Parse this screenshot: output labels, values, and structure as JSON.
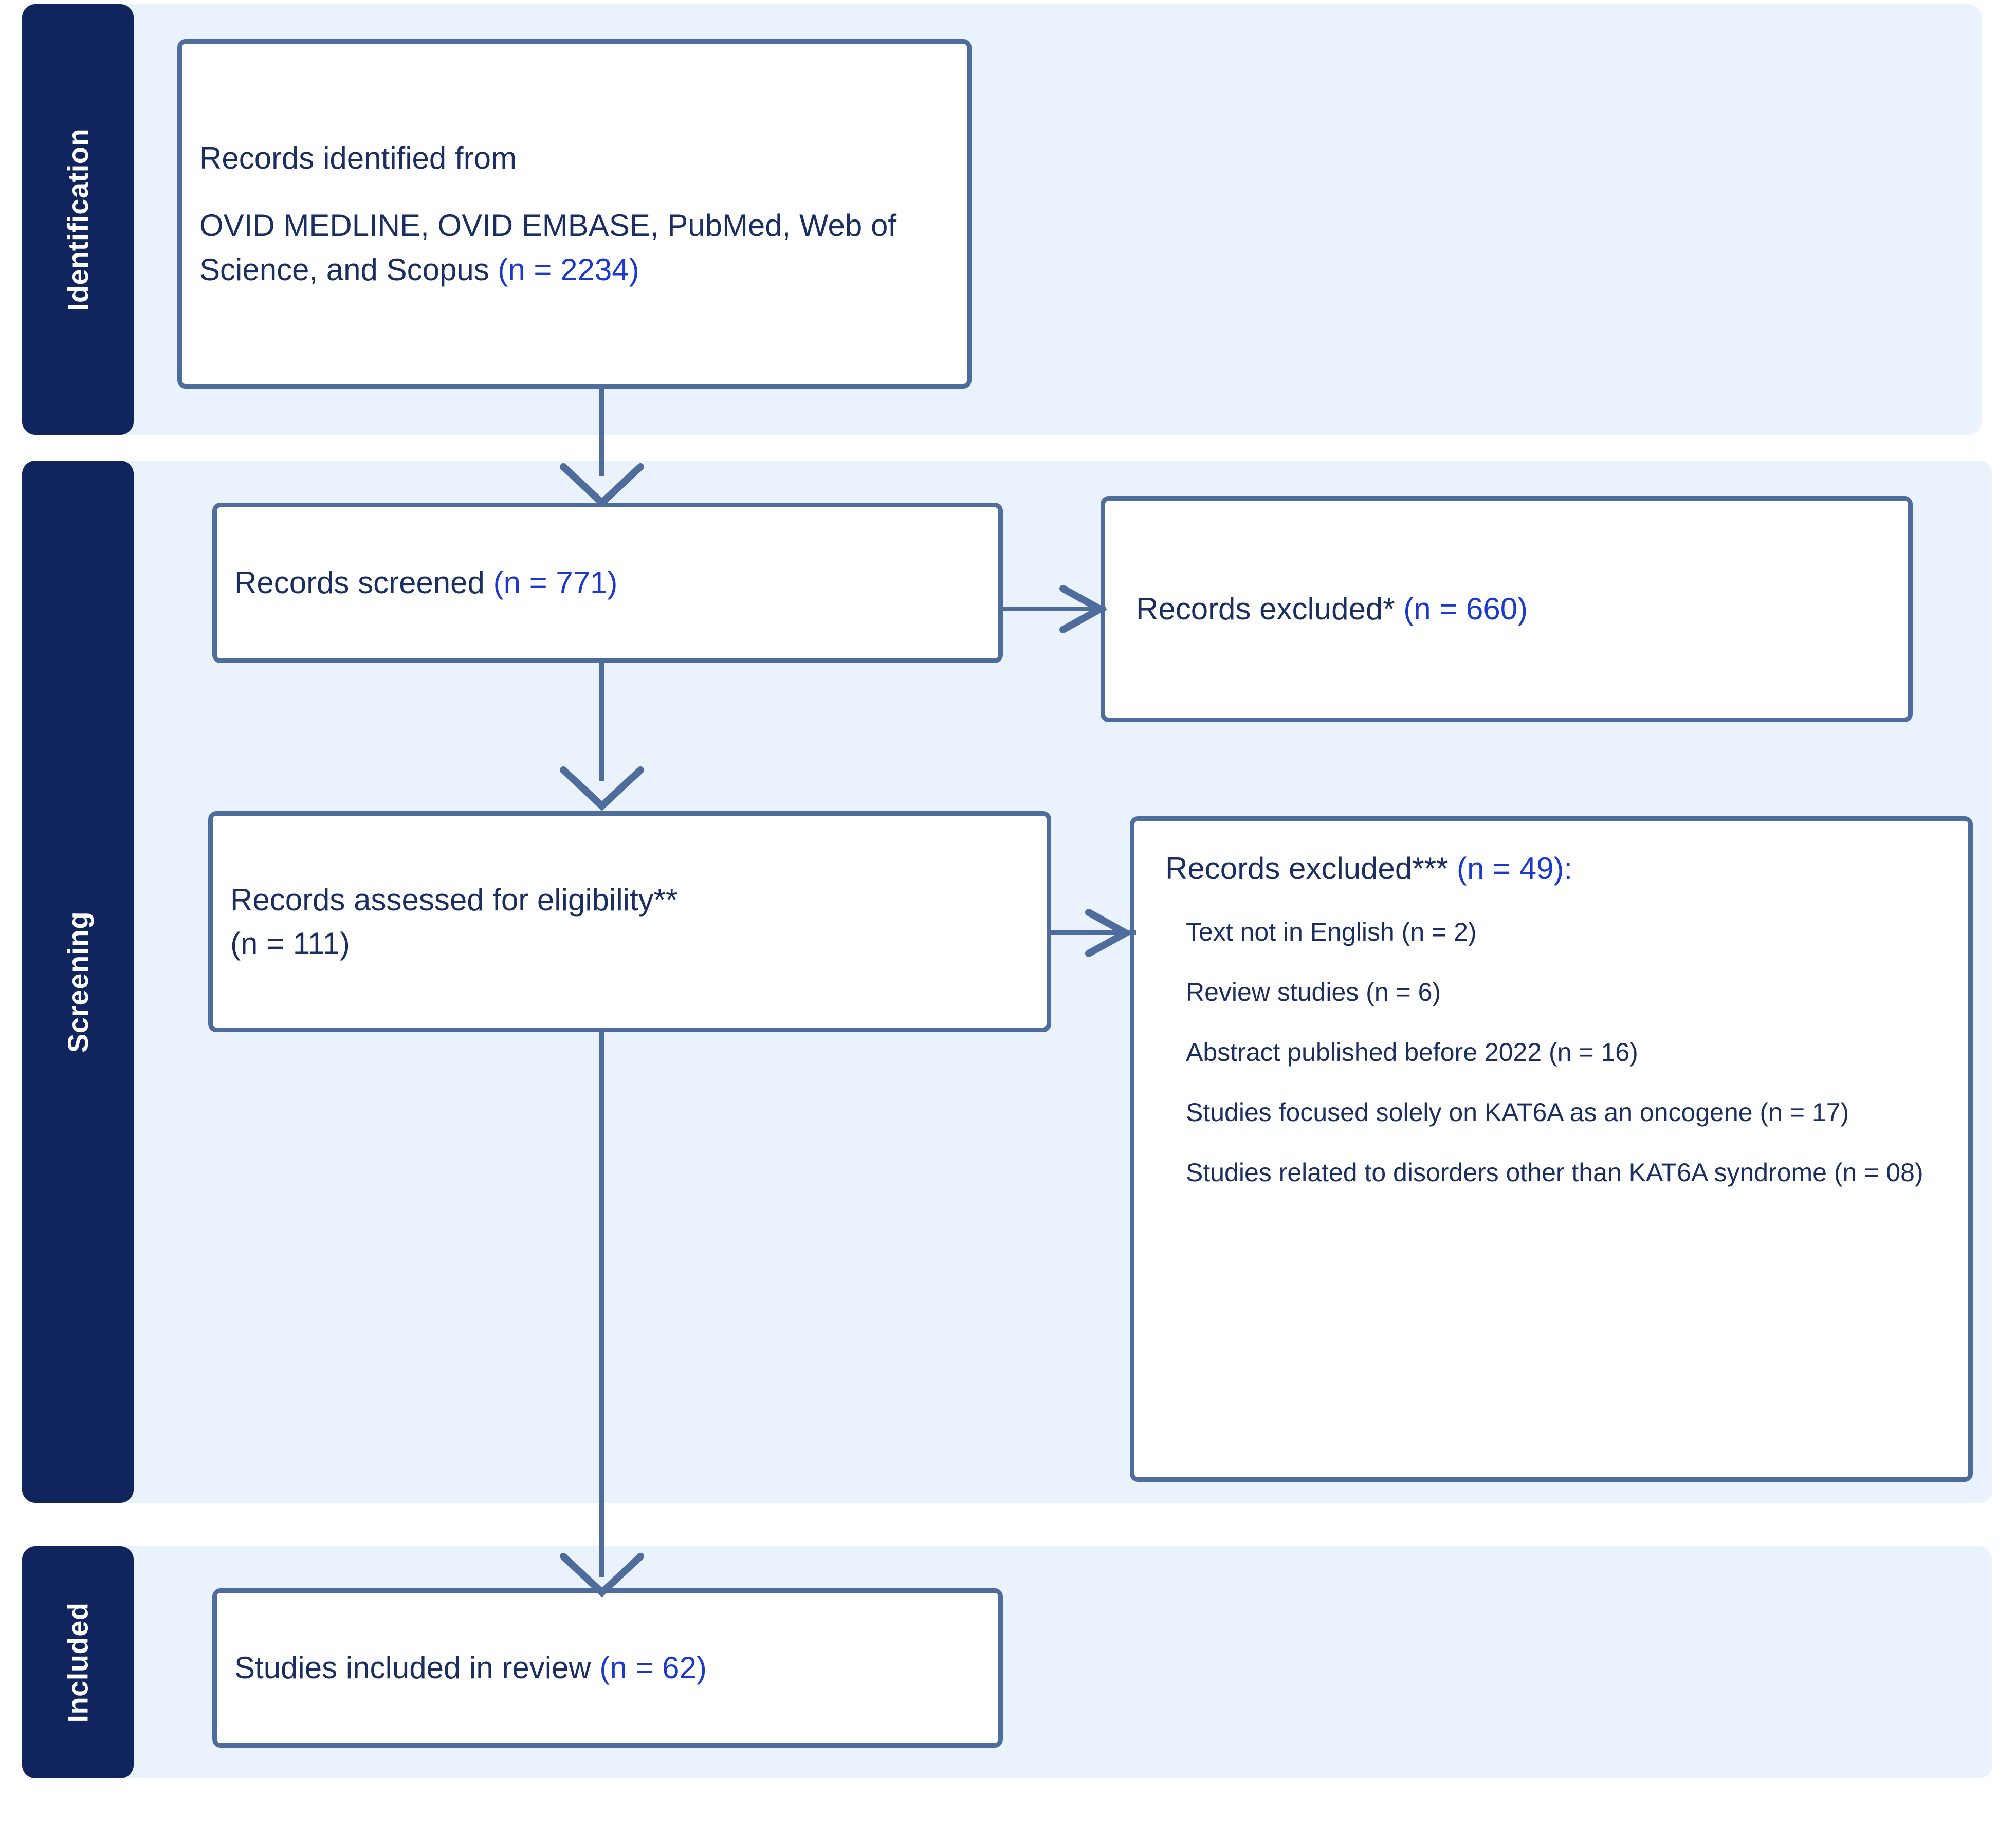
{
  "phases": {
    "identification": "Identification",
    "screening": "Screening",
    "included": "Included"
  },
  "boxes": {
    "identified": {
      "line1": "Records identified from",
      "line2": "OVID MEDLINE, OVID EMBASE, PubMed, Web of Science, and Scopus ",
      "count": "(n = 2234)"
    },
    "screened": {
      "label": "Records screened ",
      "count": "(n = 771)"
    },
    "excluded_screening": {
      "label": "Records excluded* ",
      "count": "(n = 660)"
    },
    "eligibility": {
      "label": "Records assessed for eligibility**",
      "count": "(n = 111)"
    },
    "excluded_eligibility": {
      "label": "Records excluded*** ",
      "count": "(n = 49):",
      "reasons": [
        "Text not in English (n = 2)",
        "Review studies (n = 6)",
        "Abstract published before 2022 (n = 16)",
        "Studies focused solely on KAT6A as an oncogene (n = 17)",
        "Studies related to disorders other than KAT6A syndrome (n = 08)"
      ]
    },
    "included": {
      "label": "Studies included in review ",
      "count": "(n = 62)"
    }
  },
  "colors": {
    "band_background": "#eaf2fb",
    "phase_bar": "#10255e",
    "box_border": "#4e6d9c",
    "text_navy": "#1b2e62",
    "count_blue": "#1b39d0"
  }
}
